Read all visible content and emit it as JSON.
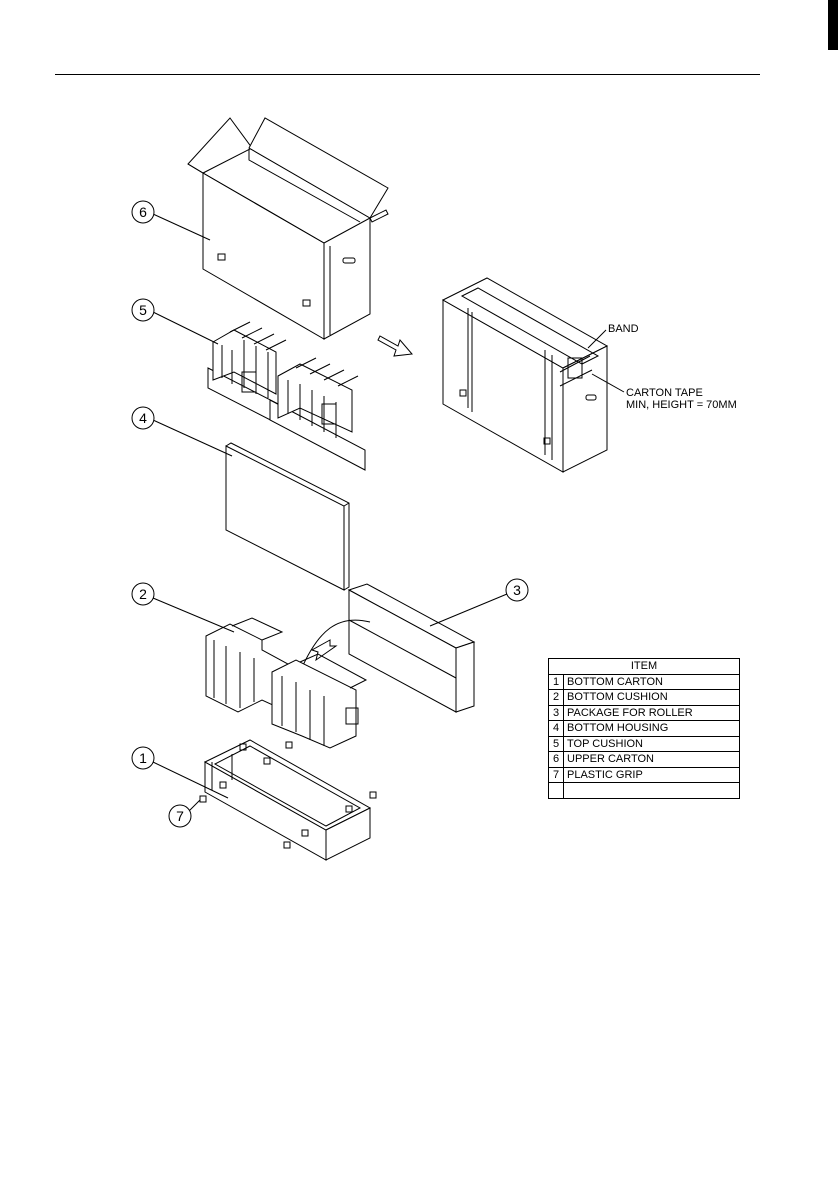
{
  "callouts": [
    {
      "number": "6",
      "part": "UPPER CARTON"
    },
    {
      "number": "5",
      "part": "TOP CUSHION"
    },
    {
      "number": "4",
      "part": "BOTTOM HOUSING"
    },
    {
      "number": "3",
      "part": "PACKAGE FOR ROLLER"
    },
    {
      "number": "2",
      "part": "BOTTOM CUSHION"
    },
    {
      "number": "1",
      "part": "BOTTOM CARTON"
    },
    {
      "number": "7",
      "part": "PLASTIC GRIP"
    }
  ],
  "assembled_notes": {
    "band": "BAND",
    "carton_tape_line1": "CARTON TAPE",
    "carton_tape_line2": "MIN, HEIGHT = 70MM"
  },
  "parts_table": {
    "header": "ITEM",
    "rows": [
      {
        "no": "1",
        "name": "BOTTOM CARTON"
      },
      {
        "no": "2",
        "name": "BOTTOM CUSHION"
      },
      {
        "no": "3",
        "name": "PACKAGE FOR ROLLER"
      },
      {
        "no": "4",
        "name": "BOTTOM HOUSING"
      },
      {
        "no": "5",
        "name": "TOP CUSHION"
      },
      {
        "no": "6",
        "name": "UPPER CARTON"
      },
      {
        "no": "7",
        "name": "PLASTIC GRIP"
      },
      {
        "no": "",
        "name": ""
      }
    ]
  }
}
